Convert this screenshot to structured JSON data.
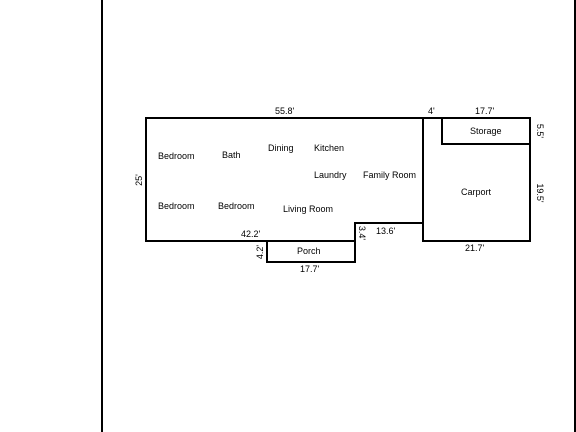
{
  "rooms": {
    "bedroom_1": "Bedroom",
    "bath": "Bath",
    "dining": "Dining",
    "kitchen": "Kitchen",
    "laundry": "Laundry",
    "family_room": "Family Room",
    "bedroom_2": "Bedroom",
    "bedroom_3": "Bedroom",
    "living_room": "Living Room",
    "porch": "Porch",
    "storage": "Storage",
    "carport": "Carport"
  },
  "dimensions": {
    "house_top": "55.8'",
    "house_left": "25'",
    "house_bottom_left": "42.2'",
    "porch_left": "4.2'",
    "porch_bottom": "17.7'",
    "step_vertical": "3.4'",
    "step_bottom": "13.6'",
    "gap_top": "4'",
    "storage_top": "17.7'",
    "storage_right": "5.5'",
    "carport_right": "19.5'",
    "carport_bottom": "21.7'"
  }
}
